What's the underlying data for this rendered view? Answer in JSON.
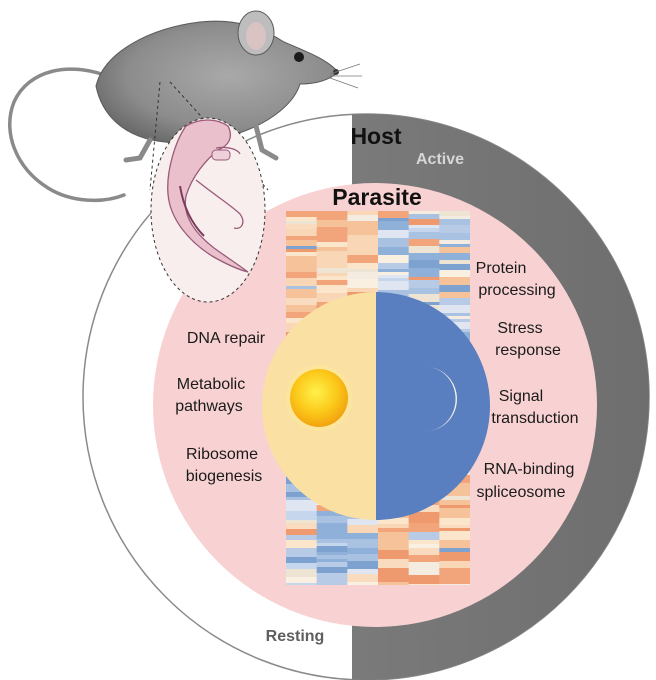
{
  "host": {
    "title": "Host",
    "state_active": "Active",
    "state_resting": "Resting"
  },
  "parasite": {
    "title": "Parasite"
  },
  "left_processes": [
    "DNA repair",
    "Metabolic",
    "pathways",
    "Ribosome",
    "biogenesis"
  ],
  "right_processes": [
    "Protein",
    "processing",
    "Stress",
    "response",
    "Signal",
    "transduction",
    "RNA-binding",
    "spliceosome"
  ],
  "icons": [
    "mouse-illustration",
    "worm-parasite-icon",
    "sun-icon",
    "moon-icon",
    "heatmap"
  ],
  "colors": {
    "host_ring_light": "#ffffff",
    "host_ring_dark": "#7f7f7f",
    "parasite_fill": "#f8d2d2",
    "day_fill": "#fbe0a3",
    "night_fill": "#5a7fc0",
    "sun": "#f9c316",
    "moon": "#f3efe6"
  }
}
